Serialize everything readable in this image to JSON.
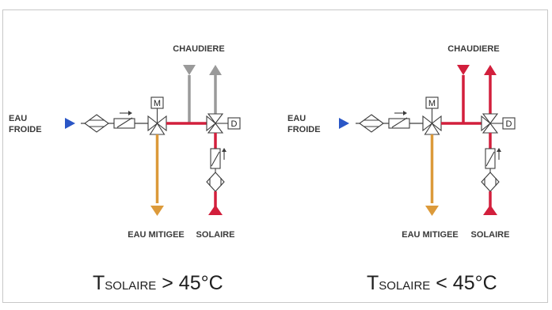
{
  "colors": {
    "red": "#d21f3c",
    "orange": "#dc9a3a",
    "grey": "#9a9a9a",
    "blue": "#2a56c6",
    "line": "#3c3c3c",
    "frame": "#c8c8c8"
  },
  "icons": [
    "valve-icon",
    "filter-icon",
    "check-valve-icon",
    "arrow-icon"
  ],
  "panels": [
    {
      "inlet_line1": "EAU",
      "inlet_line2": "FROIDE",
      "boiler": "CHAUDIERE",
      "mixed": "EAU MITIGEE",
      "solar": "SOLAIRE",
      "mixer_box": "M",
      "diverter_box": "D",
      "caption_main": "T",
      "caption_sub": "SOLAIRE",
      "caption_rel": " > 45°C",
      "boiler_active": false
    },
    {
      "inlet_line1": "EAU",
      "inlet_line2": "FROIDE",
      "boiler": "CHAUDIERE",
      "mixed": "EAU MITIGEE",
      "solar": "SOLAIRE",
      "mixer_box": "M",
      "diverter_box": "D",
      "caption_main": "T",
      "caption_sub": "SOLAIRE",
      "caption_rel": " < 45°C",
      "boiler_active": true
    }
  ]
}
